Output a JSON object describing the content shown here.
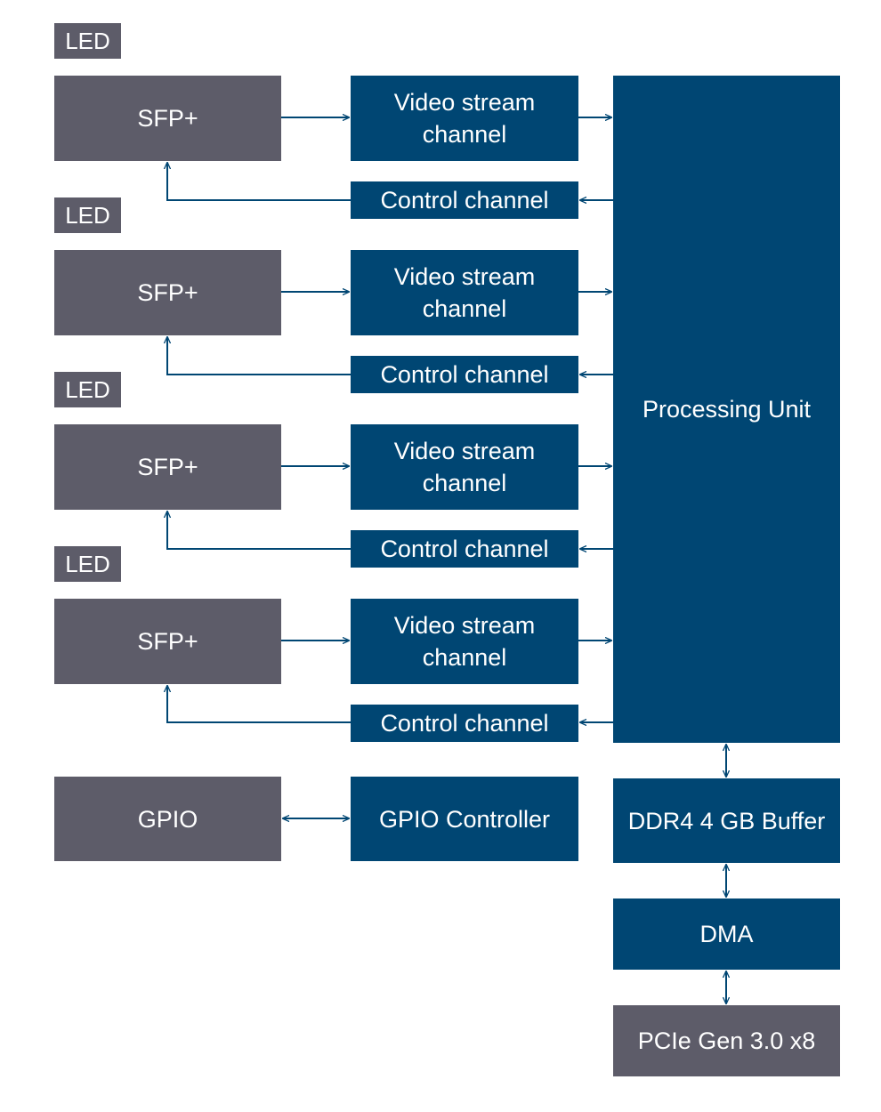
{
  "channels": [
    {
      "led": "LED",
      "sfp": "SFP+",
      "video": [
        "Video stream",
        "channel"
      ],
      "control": "Control channel"
    },
    {
      "led": "LED",
      "sfp": "SFP+",
      "video": [
        "Video stream",
        "channel"
      ],
      "control": "Control channel"
    },
    {
      "led": "LED",
      "sfp": "SFP+",
      "video": [
        "Video stream",
        "channel"
      ],
      "control": "Control channel"
    },
    {
      "led": "LED",
      "sfp": "SFP+",
      "video": [
        "Video stream",
        "channel"
      ],
      "control": "Control channel"
    }
  ],
  "gpio": "GPIO",
  "gpio_controller": "GPIO Controller",
  "processing_unit": "Processing Unit",
  "ddr4": "DDR4 4 GB Buffer",
  "dma": "DMA",
  "pcie": "PCIe Gen 3.0 x8",
  "colors": {
    "peripheral": "#5d5c69",
    "fpga_block": "#004673",
    "connector": "#004673"
  }
}
